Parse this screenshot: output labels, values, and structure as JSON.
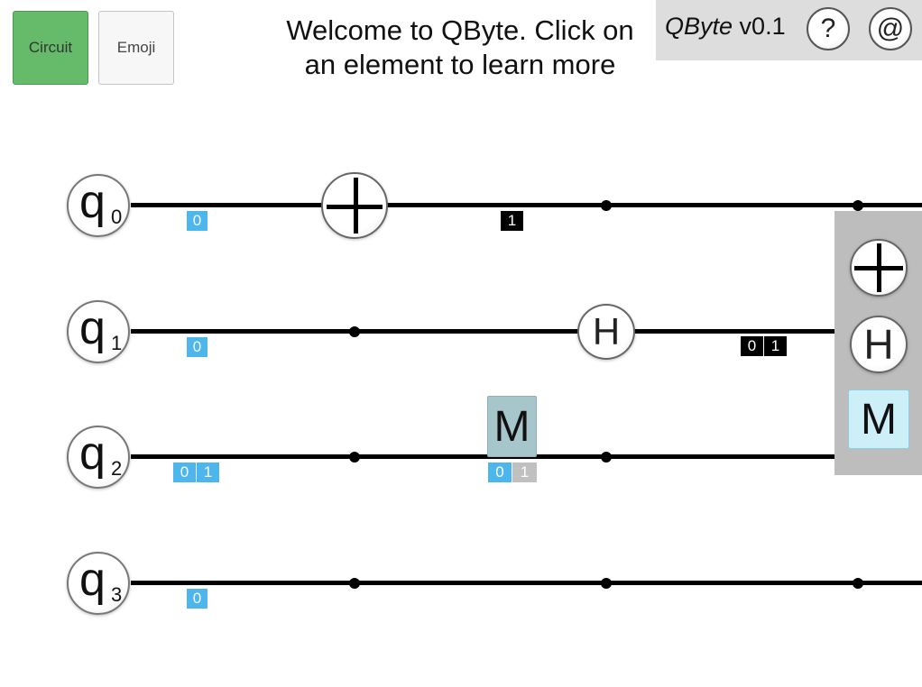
{
  "modes": {
    "circuit_label": "Circuit",
    "emoji_label": "Emoji"
  },
  "welcome": {
    "line1": "Welcome to QByte. Click on",
    "line2": "an element to learn more"
  },
  "topbar": {
    "brand": "QByte",
    "version": "v0.1",
    "help_label": "?",
    "about_label": "@"
  },
  "qubits": [
    {
      "letter": "q",
      "index": "0"
    },
    {
      "letter": "q",
      "index": "1"
    },
    {
      "letter": "q",
      "index": "2"
    },
    {
      "letter": "q",
      "index": "3"
    }
  ],
  "states": {
    "q0_initial": "0",
    "q0_after_not": "1",
    "q1_initial": "0",
    "q1_after_h_a": "0",
    "q1_after_h_b": "1",
    "q2_initial_a": "0",
    "q2_initial_b": "1",
    "q2_measure_a": "0",
    "q2_measure_b": "1",
    "q3_initial": "0"
  },
  "gates": {
    "hadamard_label": "H",
    "measure_label": "M"
  },
  "palette": {
    "hadamard_label": "H",
    "measure_label": "M"
  },
  "colors": {
    "active_mode": "#66bb6a",
    "state_blue": "#4db6ec",
    "palette_bg": "#bdbdbd",
    "measure_gate": "#a7c6cc"
  }
}
